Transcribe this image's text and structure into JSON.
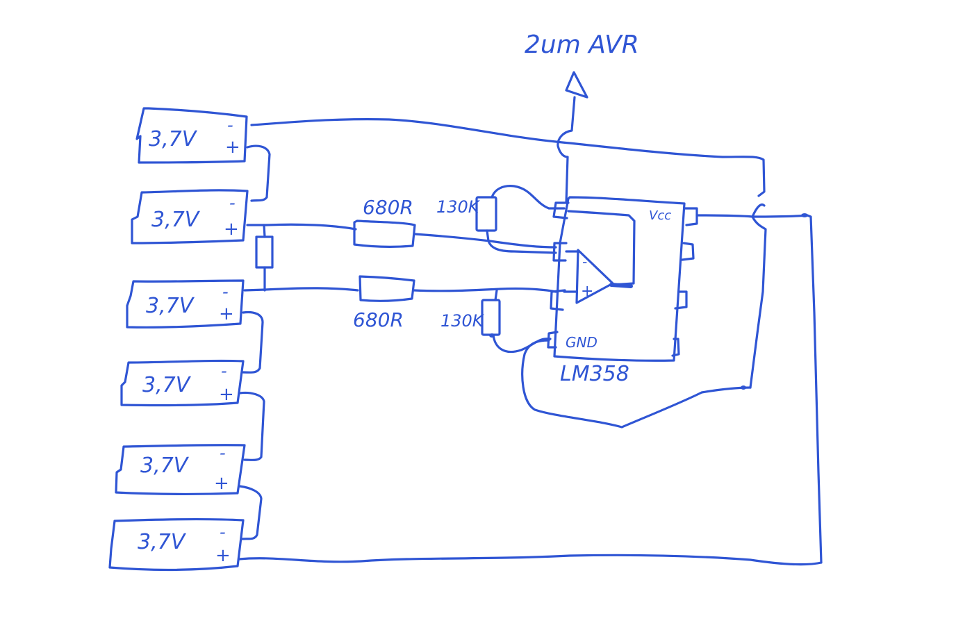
{
  "diagram": {
    "type": "hand-drawn circuit schematic",
    "ink_color": "#2f55d4",
    "ink_color_light": "#4a72dc",
    "background": "#ffffff",
    "output": {
      "label": "2um AVR",
      "symbol": "triangle-arrow-up"
    },
    "batteries": [
      {
        "id": "cell-1",
        "label": "3,7V",
        "neg": "-",
        "pos": "+"
      },
      {
        "id": "cell-2",
        "label": "3,7V",
        "neg": "-",
        "pos": "+"
      },
      {
        "id": "cell-3",
        "label": "3,7V",
        "neg": "-",
        "pos": "+"
      },
      {
        "id": "cell-4",
        "label": "3,7V",
        "neg": "-",
        "pos": "+"
      },
      {
        "id": "cell-5",
        "label": "3,7V",
        "neg": "-",
        "pos": "+"
      },
      {
        "id": "cell-6",
        "label": "3,7V",
        "neg": "-",
        "pos": "+"
      }
    ],
    "resistors": [
      {
        "id": "r-top",
        "label": "680R"
      },
      {
        "id": "r-bottom",
        "label": "680R"
      },
      {
        "id": "r-feedback-top",
        "label": "130K"
      },
      {
        "id": "r-feedback-bottom",
        "label": "130K"
      },
      {
        "id": "r-shunt",
        "label": ""
      }
    ],
    "ic": {
      "name": "LM358",
      "pin_vcc": "Vcc",
      "pin_gnd": "GND",
      "opamp_minus": "-",
      "opamp_plus": "+"
    }
  }
}
